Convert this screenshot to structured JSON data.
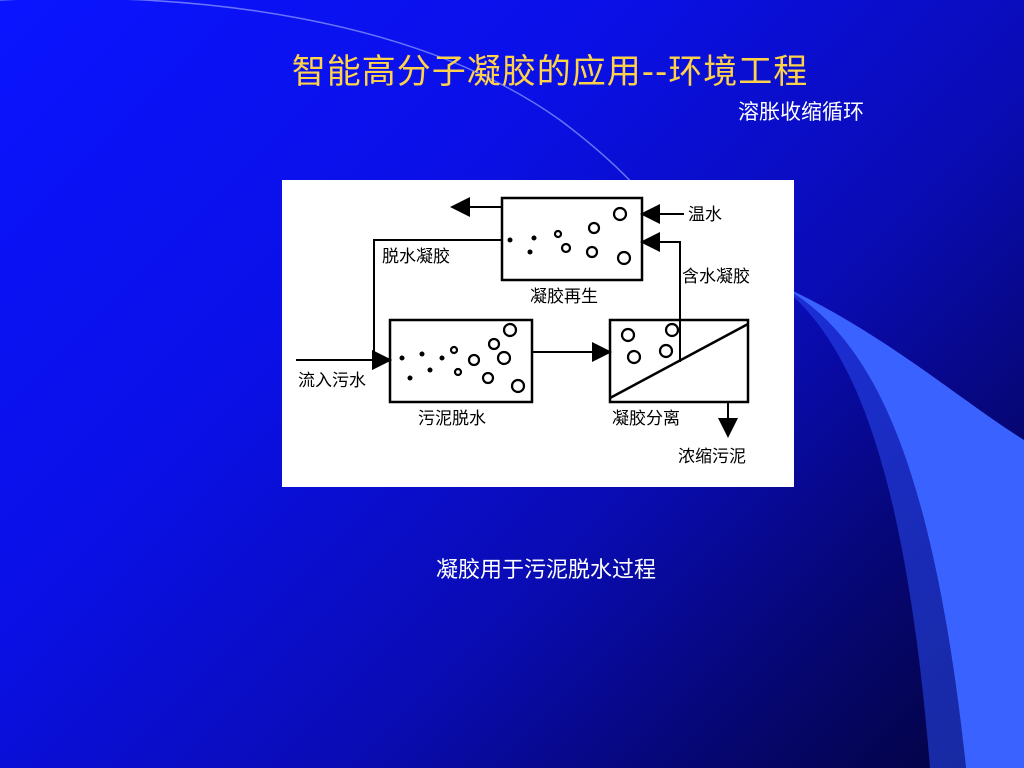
{
  "slide": {
    "title": "智能高分子凝胶的应用--环境工程",
    "subtitle": "溶胀收缩循环",
    "caption": "凝胶用于污泥脱水过程"
  },
  "diagram": {
    "labels": {
      "warm_water": "温水",
      "dehydrated_gel": "脱水凝胶",
      "gel_regeneration": "凝胶再生",
      "water_containing_gel": "含水凝胶",
      "incoming_sewage": "流入污水",
      "sludge_dewatering": "污泥脱水",
      "gel_separation": "凝胶分离",
      "concentrated_sludge": "浓缩污泥"
    }
  },
  "colors": {
    "title": "#ffd24a",
    "text": "#ffffff",
    "accent_band": "#3a62ff"
  }
}
